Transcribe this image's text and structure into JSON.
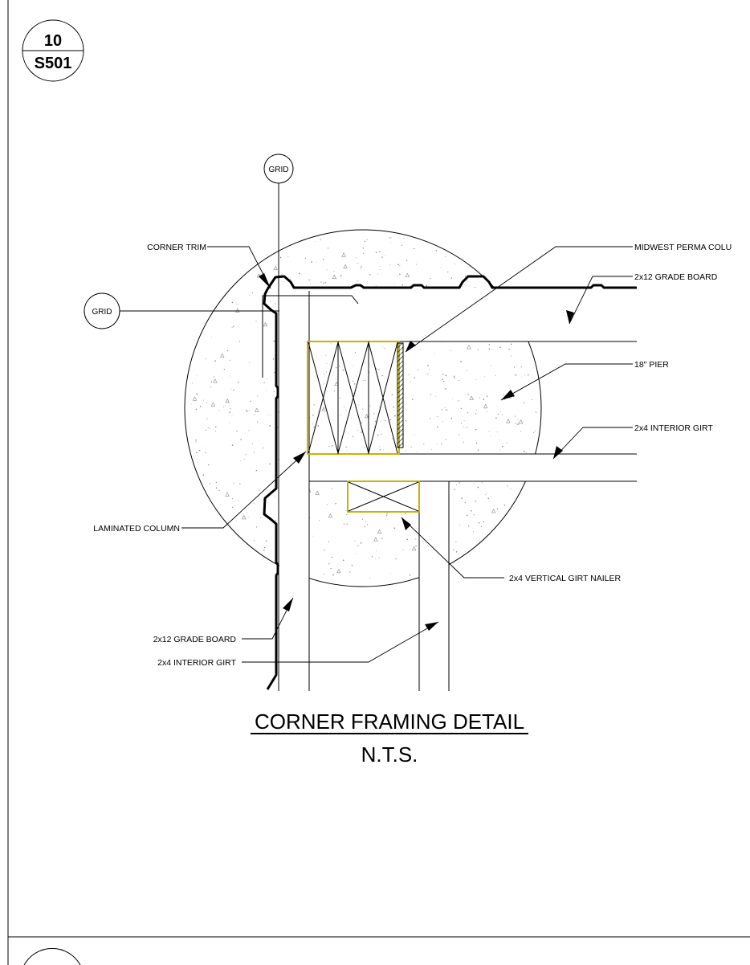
{
  "detail_tag": {
    "number": "10",
    "sheet": "S501"
  },
  "grid_bubbles": {
    "top": "GRID",
    "left": "GRID"
  },
  "callouts": {
    "corner_trim": "CORNER TRIM",
    "midwest_perma_column": "MIDWEST PERMA COLU",
    "grade_board_top": "2x12 GRADE BOARD",
    "pier": "18\" PIER",
    "interior_girt_top": "2x4 INTERIOR GIRT",
    "laminated_column": "LAMINATED COLUMN",
    "vertical_girt_nailer": "2x4 VERTICAL GIRT NAILER",
    "grade_board_left": "2x12 GRADE BOARD",
    "interior_girt_left": "2x4 INTERIOR GIRT"
  },
  "title": {
    "main": "CORNER FRAMING DETAIL",
    "scale": "N.T.S."
  },
  "colors": {
    "ink": "#000000",
    "highlight": "#c8b400",
    "concrete": "#8a8a8a"
  }
}
